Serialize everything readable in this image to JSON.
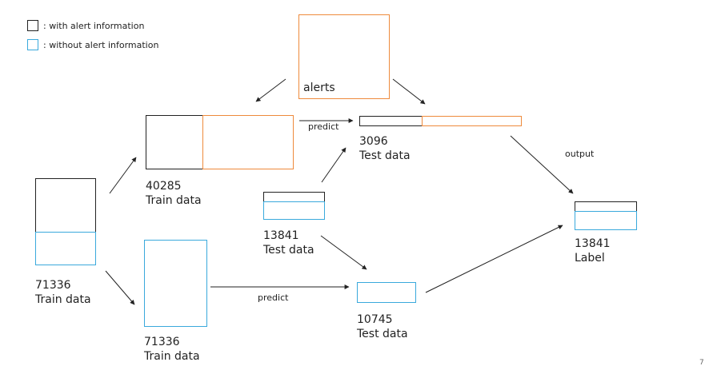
{
  "legend": {
    "with_alert": ": with alert information",
    "without_alert": ": without alert information"
  },
  "alerts_label": "alerts",
  "train_all": {
    "count": "71336",
    "label": "Train data"
  },
  "train_alert": {
    "count": "40285",
    "label": "Train data"
  },
  "train_noalert": {
    "count": "71336",
    "label": "Train data"
  },
  "test_all": {
    "count": "13841",
    "label": "Test data"
  },
  "test_alert": {
    "count": "3096",
    "label": "Test data"
  },
  "test_noalert": {
    "count": "10745",
    "label": "Test data"
  },
  "result": {
    "count": "13841",
    "label": "Label"
  },
  "edges": {
    "predict_top": "predict",
    "predict_bottom": "predict",
    "output": "output"
  },
  "page_number": "7",
  "colors": {
    "with_alert": "#222222",
    "without_alert": "#3aa9dc",
    "alerts": "#ee8a3c"
  }
}
